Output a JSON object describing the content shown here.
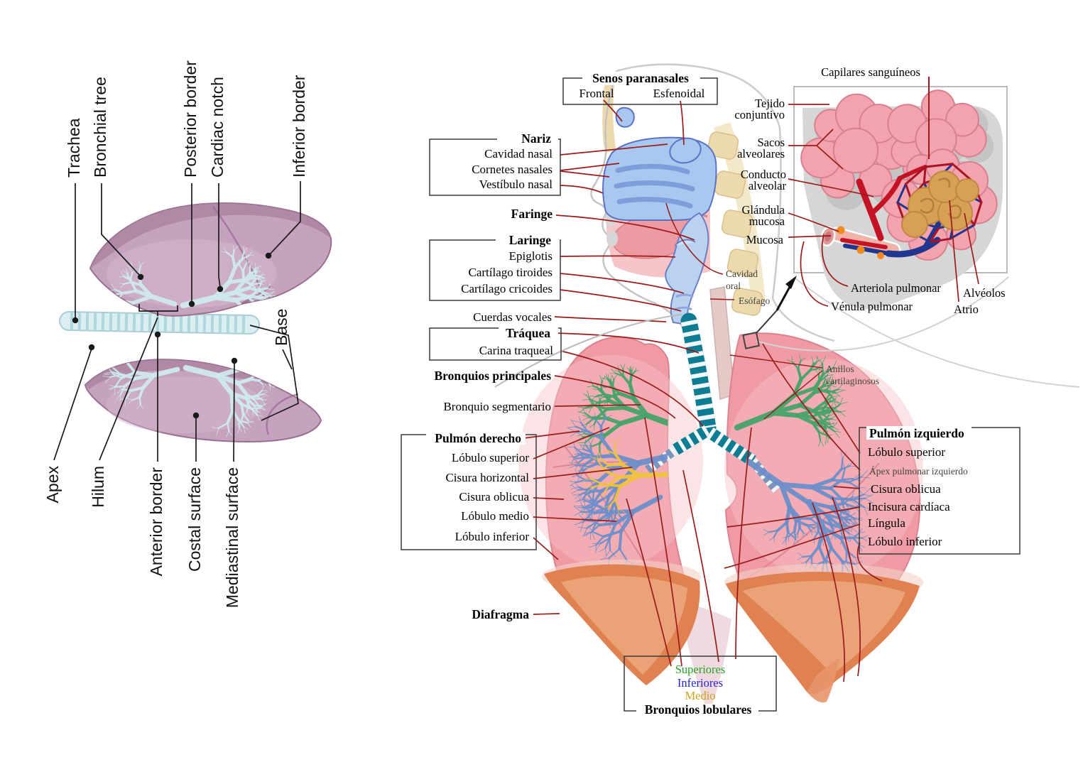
{
  "left_diagram": {
    "top_labels": [
      "Trachea",
      "Bronchial tree",
      "Posterior border",
      "Cardiac notch",
      "Inferior border"
    ],
    "bottom_labels": [
      "Apex",
      "Hilum",
      "Anterior border",
      "Costal surface",
      "Mediastinal surface"
    ],
    "base_label": "Base"
  },
  "right_diagram": {
    "senos": {
      "title": "Senos paranasales",
      "frontal": "Frontal",
      "esfenoidal": "Esfenoidal"
    },
    "nariz": {
      "title": "Nariz",
      "items": [
        "Cavidad nasal",
        "Cornetes nasales",
        "Vestíbulo nasal"
      ]
    },
    "faringe": "Faringe",
    "laringe": {
      "title": "Laringe",
      "items": [
        "Epiglotis",
        "Cartílago tiroides",
        "Cartílago cricoides"
      ]
    },
    "cuerdas_vocales": "Cuerdas vocales",
    "traquea": {
      "title": "Tráquea",
      "carina": "Carina traqueal"
    },
    "bronquios_principales": "Bronquios principales",
    "bronquio_segmentario": "Bronquio segmentario",
    "pulmon_derecho": {
      "title": "Pulmón derecho",
      "items": [
        "Lóbulo superior",
        "Cisura horizontal",
        "Cisura oblicua",
        "Lóbulo medio",
        "Lóbulo inferior"
      ]
    },
    "diafragma": "Diafragma",
    "bronquios_lobulares": {
      "superiores": "Superiores",
      "inferiores": "Inferiores",
      "medio": "Medio",
      "title": "Bronquios lobulares"
    },
    "pulmon_izquierdo": {
      "title": "Pulmón izquierdo",
      "items": [
        "Lóbulo superior",
        "Ápex pulmonar izquierdo",
        "Cisura oblicua",
        "Incisura cardíaca",
        "Língula",
        "Lóbulo inferior"
      ]
    },
    "cavidad_oral_1": "Cavidad",
    "cavidad_oral_2": "oral",
    "esofago": "Esófago",
    "anillos_1": "Anillos",
    "anillos_2": "cartilaginosos",
    "inset": {
      "capilares": "Capilares sanguíneos",
      "tejido_1": "Tejido",
      "tejido_2": "conjuntivo",
      "sacos_1": "Sacos",
      "sacos_2": "alveolares",
      "conducto_1": "Conducto",
      "conducto_2": "alveolar",
      "glandula_1": "Glándula",
      "glandula_2": "mucosa",
      "mucosa": "Mucosa",
      "arteriola": "Arteriola pulmonar",
      "venula": "Vénula pulmonar",
      "alveolos": "Alvéolos",
      "atrio": "Atrio"
    }
  },
  "colors": {
    "leader_red": "#9b1b1b",
    "box_line": "#3a3a3a",
    "superiores_green": "#27a027",
    "inferiores_blue": "#2424d6",
    "medio_gold": "#cfa018",
    "tree_green": "#44a368",
    "tree_blue": "#6d8ec9",
    "tree_yellow": "#f0c23c",
    "lung_pink": "#f09aa4",
    "lung_edge": "#dc8392",
    "diaphragm_orange": "#df8150",
    "diaphragm_light": "#eda87c",
    "trachea_teal": "#0e7d93",
    "bronchus_slate": "#7e95bb",
    "left_lung_mauve": "#c5a3bf",
    "left_lung_edge": "#9a6f92",
    "left_tree_pale": "#cfe9ec",
    "inset_red": "#c51326",
    "inset_blue": "#20368f",
    "alveoli_tan": "#d7a055",
    "sac_pink": "#f2a3ad",
    "sac_edge": "#d8808f",
    "gray_blob": "#d6d6d6"
  }
}
